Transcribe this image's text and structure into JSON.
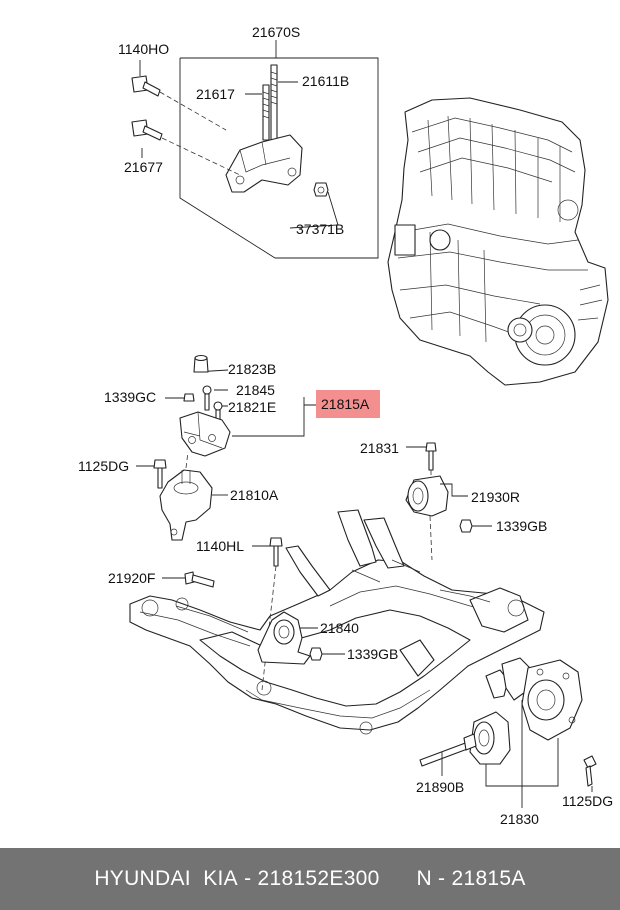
{
  "labels": {
    "p21670S": "21670S",
    "p1140HO": "1140HO",
    "p21617": "21617",
    "p21611B": "21611B",
    "p21677": "21677",
    "p37371B": "37371B",
    "p21823B": "21823B",
    "p21845": "21845",
    "p1339GC": "1339GC",
    "p21821E": "21821E",
    "p21815A": "21815A",
    "p1125DG_left": "1125DG",
    "p21810A": "21810A",
    "p21831": "21831",
    "p21930R": "21930R",
    "p1339GB_right": "1339GB",
    "p1140HL": "1140HL",
    "p21920F": "21920F",
    "p21840": "21840",
    "p1339GB_center": "1339GB",
    "p21890B": "21890B",
    "p21830": "21830",
    "p1125DG_right": "1125DG"
  },
  "highlight_color": "#f48f8f",
  "footer": {
    "brand": "HYUNDAI  KIA",
    "oem_number": "218152E300",
    "part_code": "N - 21815A"
  }
}
